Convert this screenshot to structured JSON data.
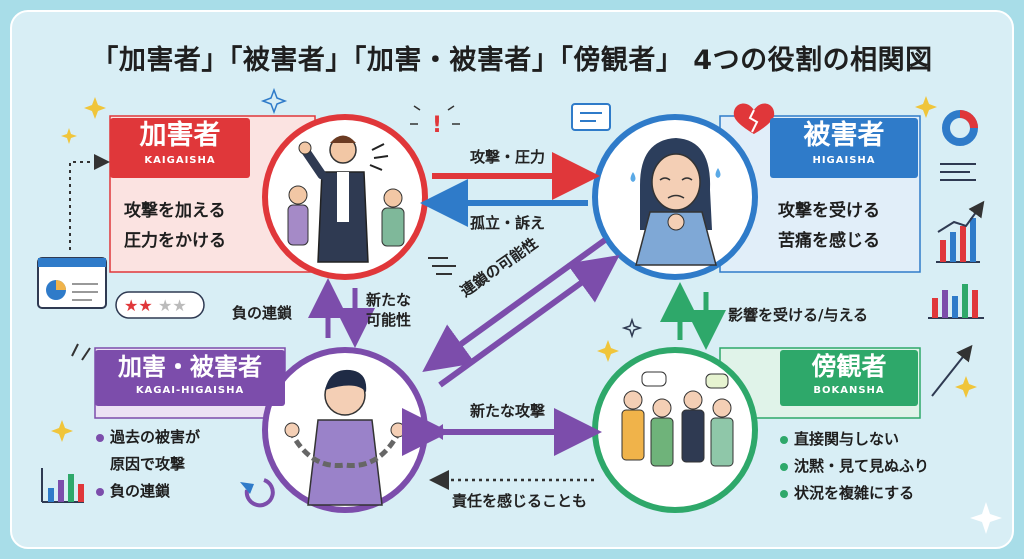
{
  "title": "「加害者」「被害者」「加害・被害者」「傍観者」 4つの役割の相関図",
  "roles": {
    "kagaisha": {
      "label": "加害者",
      "romaji": "KAIGAISHA",
      "desc": [
        "攻撃を加える",
        "圧力をかける"
      ],
      "color": "#e0373a"
    },
    "higaisha": {
      "label": "被害者",
      "romaji": "HIGAISHA",
      "desc": [
        "攻撃を受ける",
        "苦痛を感じる"
      ],
      "color": "#2f7bc9"
    },
    "kagai_higaisha": {
      "label": "加害・被害者",
      "romaji": "KAGAI-HIGAISHA",
      "desc": [
        "過去の被害が",
        "原因で攻撃",
        "負の連鎖"
      ],
      "color": "#7c4dab"
    },
    "bokansha": {
      "label": "傍観者",
      "romaji": "BOKANSHA",
      "desc": [
        "直接関与しない",
        "沈黙・見て見ぬふり",
        "状況を複雑にする"
      ],
      "color": "#2ea86a"
    }
  },
  "arrows": {
    "attack_pressure": "攻撃・圧力",
    "isolation_appeal": "孤立・訴え",
    "negative_chain": "負の連鎖",
    "new_possibility": "新たな\n可能性",
    "chain_possibility": "連鎖の可能性",
    "influence": "影響を受ける/与える",
    "new_attack": "新たな攻撃",
    "responsibility": "責任を感じることも"
  }
}
